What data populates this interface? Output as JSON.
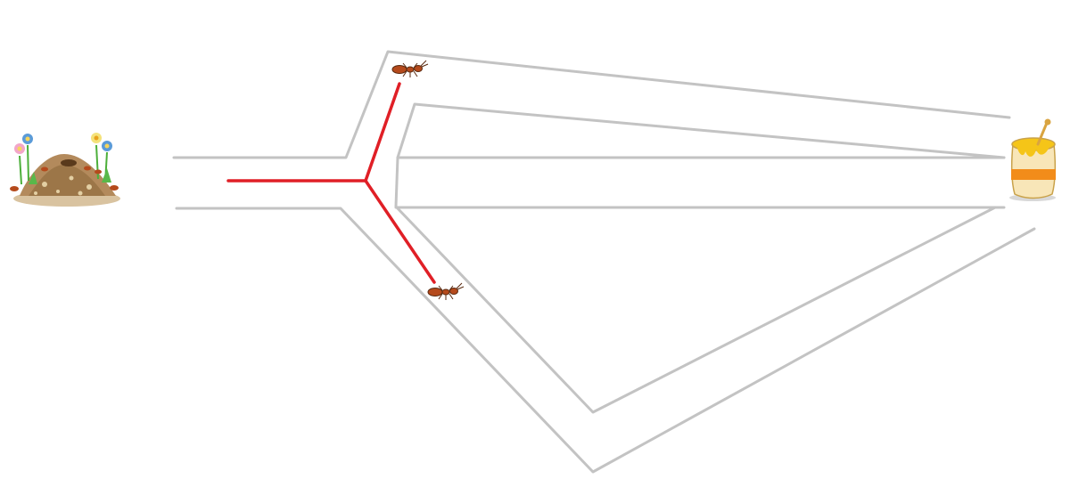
{
  "scene": {
    "background": "#ffffff",
    "path_wall_color": "#c3c3c3",
    "trail_color": "#e01f26"
  },
  "nest": {
    "icon": "anthill-icon",
    "flowers": [
      "pink",
      "blue",
      "yellow",
      "blue"
    ]
  },
  "food": {
    "icon": "honey-pot-icon",
    "honey_color": "#f5c518",
    "band_color": "#f28c1a"
  },
  "ants": [
    {
      "name": "ant-upper-route",
      "icon": "ant-icon",
      "color": "#b54a1c"
    },
    {
      "name": "ant-lower-route",
      "icon": "ant-icon",
      "color": "#b54a1c"
    }
  ],
  "routes": [
    {
      "name": "route-short-upper",
      "trail": true
    },
    {
      "name": "route-short-lower",
      "trail": true
    },
    {
      "name": "route-long",
      "trail": false
    }
  ]
}
